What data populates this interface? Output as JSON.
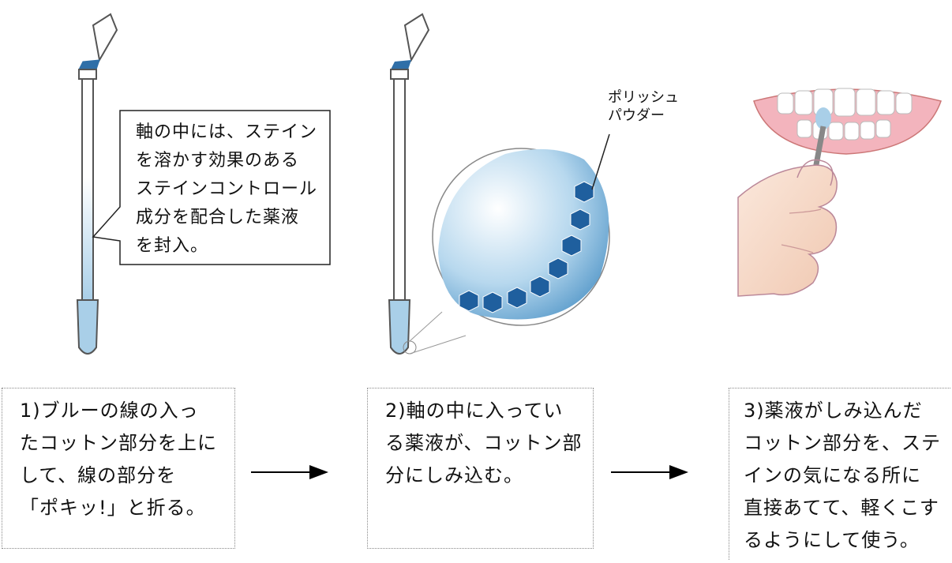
{
  "callout": {
    "text": "軸の中には、ステイン\nを溶かす効果のある\nステインコントロール\n成分を配合した薬液\nを封入。"
  },
  "magnifier_label": "ポリッシュ\nパウダー",
  "steps": [
    {
      "text": "1)ブルーの線の入っ\nたコットン部分を上に\nして、線の部分を\n「ポキッ!」と折る。"
    },
    {
      "text": "2)軸の中に入ってい\nる薬液が、コットン部\n分にしみ込む。"
    },
    {
      "text": "3)薬液がしみ込んだ\nコットン部分を、ステ\nインの気になる所に\n直接あてて、軽くこす\nるようにして使う。"
    }
  ],
  "colors": {
    "liquid_blue": "#a9cfe8",
    "stripe_blue": "#2f6fa8",
    "powder_blue": "#1f5f9e",
    "skin": "#f6dccb"
  },
  "icons": [
    "swab-icon",
    "magnifier-icon",
    "teeth-icon",
    "hand-icon",
    "arrow-right-icon"
  ]
}
